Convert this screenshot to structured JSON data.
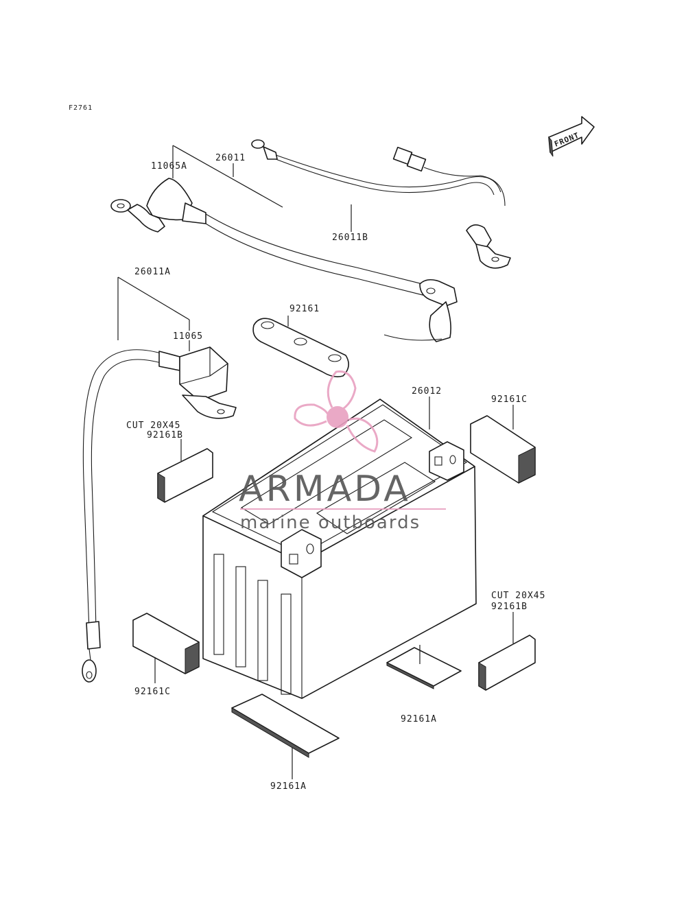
{
  "figure_code": "F2761",
  "front_arrow": {
    "label": "FRONT"
  },
  "parts": {
    "p11065A": "11065A",
    "p26011": "26011",
    "p26011B": "26011B",
    "p26011A": "26011A",
    "p11065": "11065",
    "p92161": "92161",
    "p26012": "26012",
    "p92161C_right": "92161C",
    "p92161B_left": "92161B",
    "cut_left": "CUT 20X45",
    "p92161B_right": "92161B",
    "cut_right": "CUT 20X45",
    "p92161C_left": "92161C",
    "p92161A_right": "92161A",
    "p92161A_bottom": "92161A"
  },
  "watermark": {
    "brand": "ARMADA",
    "tagline": "marine outboards",
    "logo_color": "#e8a0c0",
    "text_color": "#555555"
  }
}
